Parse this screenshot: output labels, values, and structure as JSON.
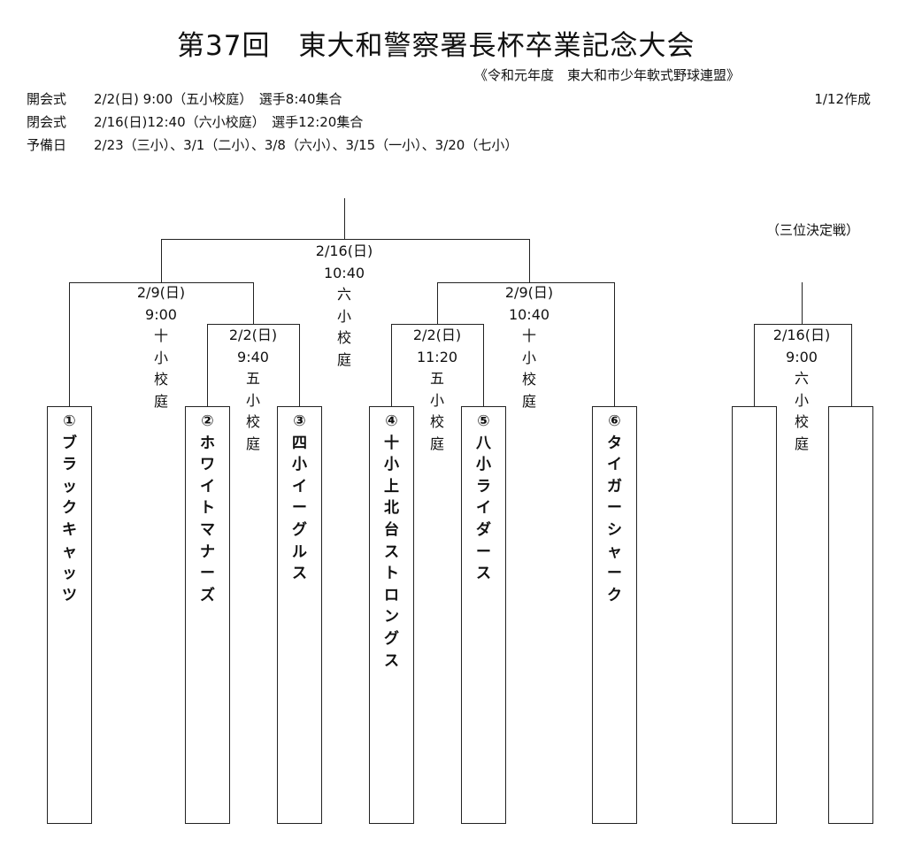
{
  "header": {
    "title": "第37回　東大和警察署長杯卒業記念大会",
    "organizer": "《令和元年度　東大和市少年軟式野球連盟》",
    "created": "1/12作成",
    "opening": {
      "label": "開会式",
      "value": "2/2(日) 9:00（五小校庭）　選手8:40集合"
    },
    "closing": {
      "label": "閉会式",
      "value": "2/16(日)12:40（六小校庭）　選手12:20集合"
    },
    "reserve": {
      "label": "予備日",
      "value": "2/23（三小）、3/1（二小）、3/8（六小）、3/15（一小）、3/20（七小）"
    }
  },
  "third_place_label": "（三位決定戦）",
  "matches": [
    {
      "id": "final",
      "date": "2/16(日)",
      "time": "10:40",
      "venue": [
        "六",
        "小",
        "校",
        "庭"
      ]
    },
    {
      "id": "semi-left",
      "date": "2/9(日)",
      "time": "9:00",
      "venue": [
        "十",
        "小",
        "校",
        "庭"
      ]
    },
    {
      "id": "semi-right",
      "date": "2/9(日)",
      "time": "10:40",
      "venue": [
        "十",
        "小",
        "校",
        "庭"
      ]
    },
    {
      "id": "qf-left",
      "date": "2/2(日)",
      "time": "9:40",
      "venue": [
        "五",
        "小",
        "校",
        "庭"
      ]
    },
    {
      "id": "qf-right",
      "date": "2/2(日)",
      "time": "11:20",
      "venue": [
        "五",
        "小",
        "校",
        "庭"
      ]
    },
    {
      "id": "third-place",
      "date": "2/16(日)",
      "time": "9:00",
      "venue": [
        "六",
        "小",
        "校",
        "庭"
      ]
    }
  ],
  "teams": [
    {
      "slot": "①",
      "name": "ブラックキャッツ"
    },
    {
      "slot": "②",
      "name": "ホワイトマナーズ"
    },
    {
      "slot": "③",
      "name": "四小イーグルス"
    },
    {
      "slot": "④",
      "name": "十小上北台ストロングス"
    },
    {
      "slot": "⑤",
      "name": "八小ライダース"
    },
    {
      "slot": "⑥",
      "name": "タイガーシャーク"
    },
    {
      "slot": "",
      "name": ""
    },
    {
      "slot": "",
      "name": ""
    }
  ]
}
